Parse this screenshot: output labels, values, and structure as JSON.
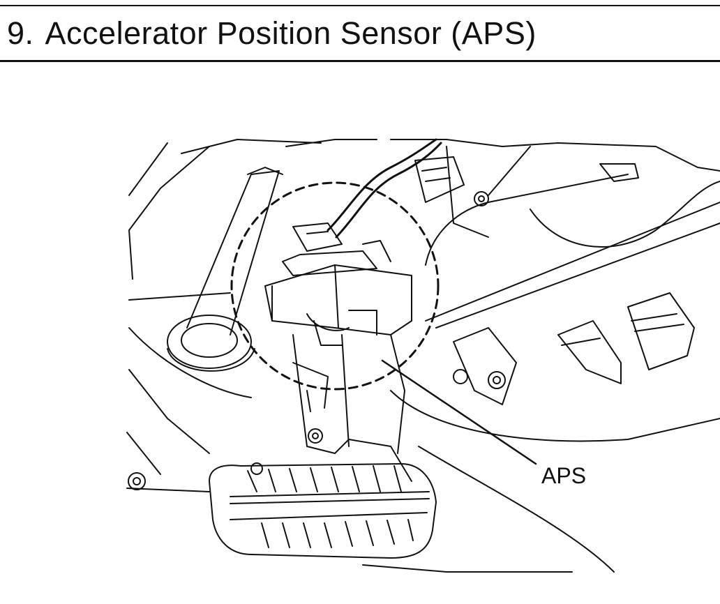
{
  "section": {
    "number": "9.",
    "title": "Accelerator Position Sensor (APS)"
  },
  "figure": {
    "callout_label": "APS"
  }
}
